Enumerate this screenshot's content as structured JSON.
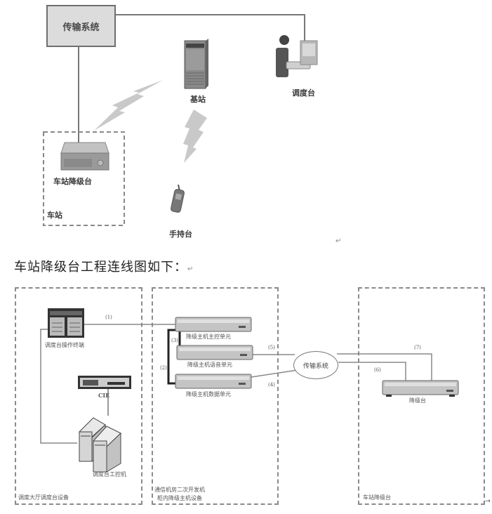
{
  "diagram_top": {
    "transmission_system": "传输系统",
    "base_station": "基站",
    "dispatch_console": "调度台",
    "station_downgrade_console": "车站降级台",
    "station_area": "车站",
    "handheld": "手持台",
    "return_mark": "↵"
  },
  "heading": {
    "text": "车站降级台工程连线图如下：",
    "return_mark": "↵"
  },
  "diagram_bottom": {
    "zones": [
      {
        "label": "调度大厅调度台设备"
      },
      {
        "label_line1": "通信机房二次开发机",
        "label_line2": "柜内降级主机设备"
      },
      {
        "label": "车站降级台"
      }
    ],
    "devices": {
      "operator_terminal": "调度台操作终端",
      "cie": "CIE",
      "industrial_pc": "调度台工控机",
      "main_control_unit": "降级主机主控单元",
      "voice_unit": "降级主机语音单元",
      "data_unit": "降级主机数据单元",
      "transmission": "传输系统",
      "downgrade_console": "降级台"
    },
    "links": [
      "(1)",
      "(2)",
      "(3)",
      "(4)",
      "(5)",
      "(6)",
      "(7)"
    ],
    "end_mark": "⇥"
  }
}
